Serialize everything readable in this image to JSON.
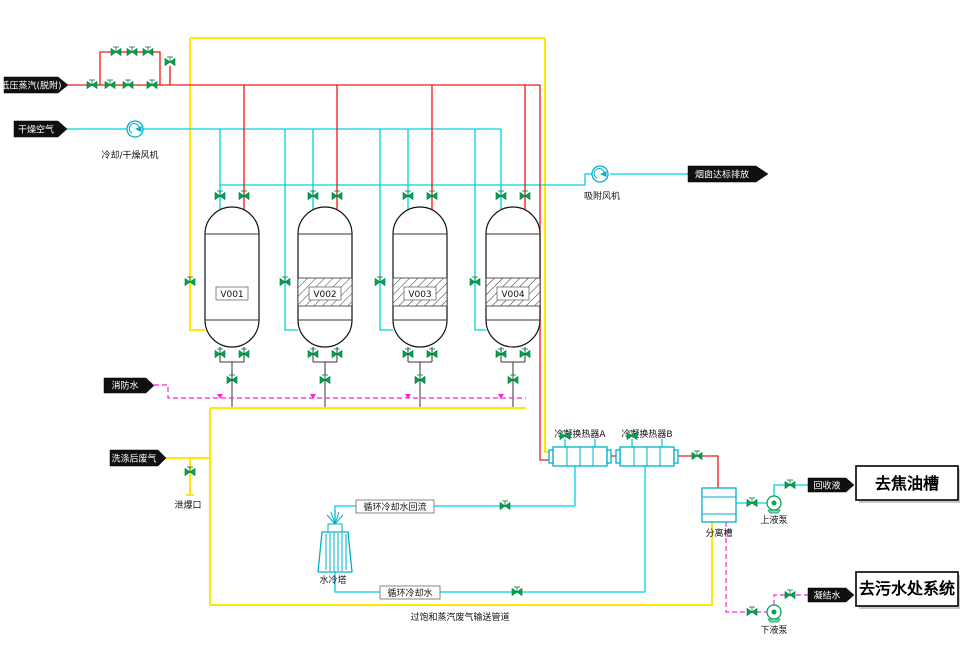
{
  "diagram": {
    "sources": {
      "steam": "低压蒸汽(脱附)",
      "dry_air": "干燥空气",
      "fire_water": "消防水",
      "washed_gas": "洗涤后废气"
    },
    "equipment": {
      "cooling_fan": "冷却/干燥风机",
      "adsorption_fan": "吸附风机",
      "vessels": [
        "V001",
        "V002",
        "V003",
        "V004"
      ],
      "condenser_a": "冷凝换热器A",
      "condenser_b": "冷凝换热器B",
      "separator": "分离槽",
      "upper_pump": "上液泵",
      "lower_pump": "下液泵",
      "cooling_tower": "水冷塔",
      "explosion_vent": "泄爆口"
    },
    "streams": {
      "stack_out": "烟囱达标排放",
      "recovered_liquid": "回收液",
      "condensate": "凝结水",
      "cooling_return": "循环冷却水回流",
      "cooling_supply": "循环冷却水",
      "transfer_pipeline": "过饱和蒸汽废气输送管道"
    },
    "destinations": {
      "tar_tank": "去焦油槽",
      "wastewater_system": "去污水处系统"
    },
    "colors": {
      "steam_line": "#f01818",
      "gas_line": "#ffe900",
      "water_line": "#00cfe0",
      "fire_line": "#ff22dd",
      "valve_green": "#00a650"
    }
  }
}
